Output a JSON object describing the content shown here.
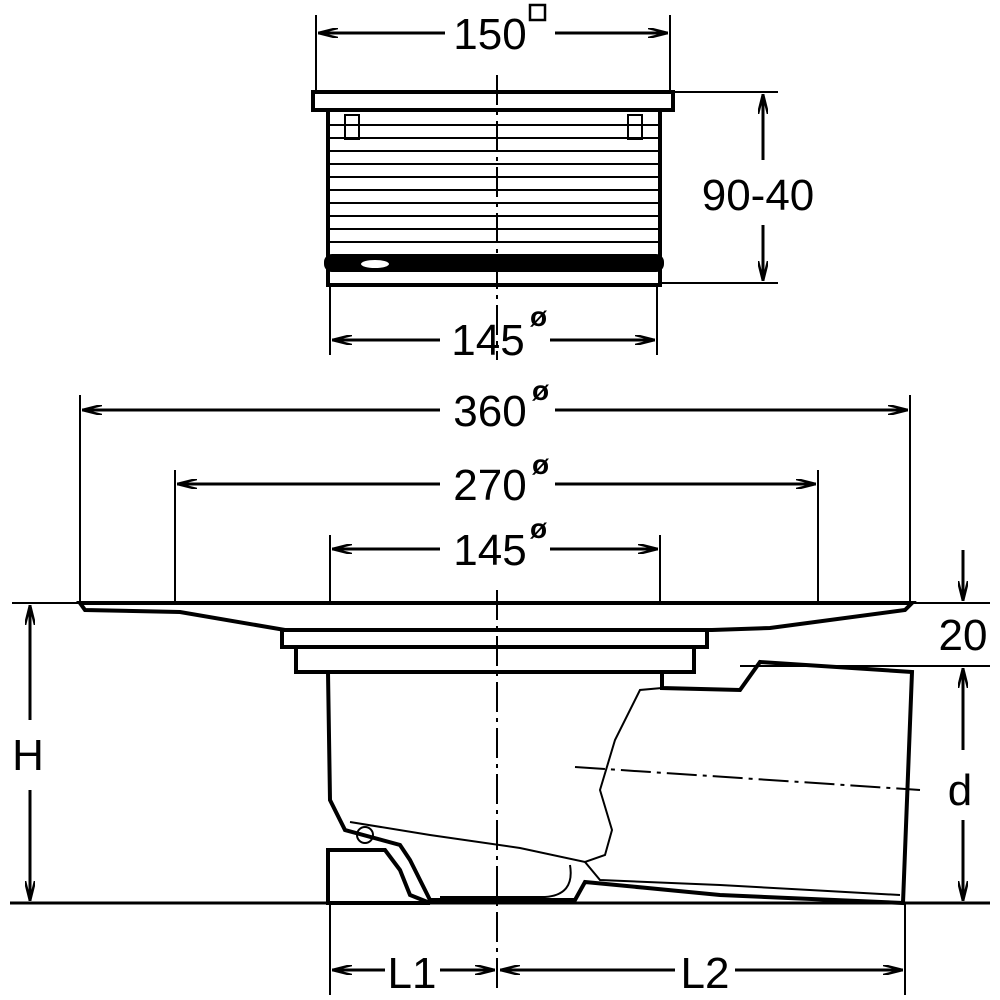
{
  "title": "Floor drain technical drawing",
  "dimensions": {
    "grate_width": "150",
    "grate_width_symbol": "□",
    "height_range": "90-40",
    "grate_diameter": "145",
    "flange_outer": "360",
    "flange_middle": "270",
    "body_diameter": "145",
    "diameter_symbol": "ø",
    "flange_thickness": "20",
    "height": "H",
    "outlet_diameter": "d",
    "length_1": "L1",
    "length_2": "L2"
  }
}
